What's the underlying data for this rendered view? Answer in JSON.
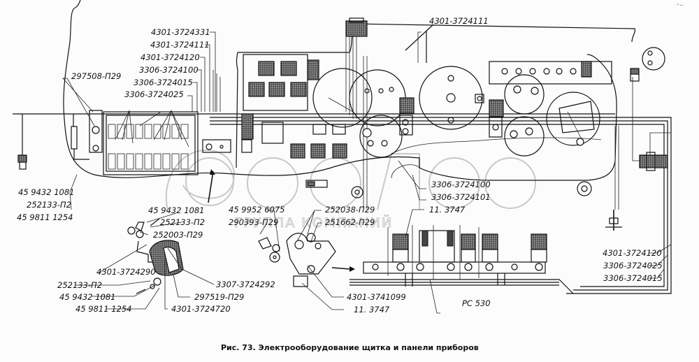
{
  "figure": {
    "caption": "Рис. 73. Электрооборудование щитка и панели приборов",
    "watermark_sub": "ГРУППА КОМПАНИЙ",
    "corner_mark": "·° —"
  },
  "labels": {
    "top_stack": [
      "4301-3724331",
      "4301-3724111",
      "4301-3724120",
      "3306-3724100",
      "3306-3724015",
      "3306-3724025"
    ],
    "left_top": "297508-П29",
    "top_right": "4301-3724111",
    "left_bottom": [
      "45 9432 1081",
      "252133-П2",
      "45 9811 1254"
    ],
    "bracket_group_top": [
      "45  9432  1081",
      "252133-П2",
      "252003-П29"
    ],
    "bracket_group_bottom": {
      "part_290": "4301-3724290",
      "washer": "252133-П2",
      "bolt": "45  9432  1081",
      "lock": "45 9811 1254",
      "part_292": "3307-3724292",
      "clip": "297519-П29",
      "part_720": "4301-3724720"
    },
    "center_group": [
      "45 9952 6075",
      "290393-П29",
      "252038-П29",
      "251662-П29"
    ],
    "middle_right": [
      "3306-3724100",
      "3306-3724101",
      "11. 3747"
    ],
    "relay_group": [
      "4301-3741099",
      "11. 3747"
    ],
    "relay_block": "PC 530",
    "bottom_right": [
      "4301-3724120",
      "3306-3724025",
      "3306-3724015"
    ]
  }
}
